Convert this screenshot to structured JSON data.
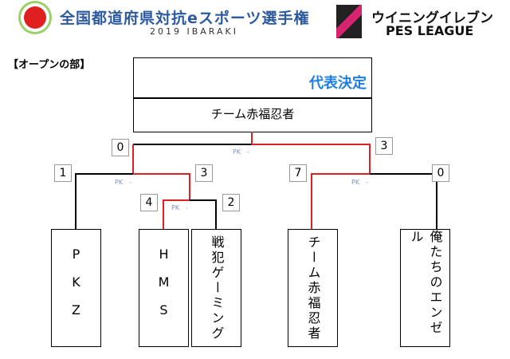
{
  "header": {
    "event_title": "全国都道府県対抗eスポーツ選手権",
    "event_sub": "2019 IBARAKI",
    "game_title": "ウイニングイレブン",
    "game_sub": "PES LEAGUE"
  },
  "section": "【オープンの部】",
  "champion": {
    "label": "代表決定",
    "name": "チーム赤福忍者"
  },
  "colors": {
    "win": "#e02020",
    "line": "#000000",
    "accent": "#1f7fe0"
  },
  "pk_label": "PK　-",
  "scores": {
    "final_left": "0",
    "final_right": "3",
    "semi_left_top": "1",
    "semi_left_bottom": "3",
    "qf_left": "4",
    "qf_right": "2",
    "semi_right_left": "7",
    "semi_right_right": "0"
  },
  "teams": [
    "PKZ",
    "HMS",
    "戦犯ゲーミング",
    "チーム赤福忍者",
    "俺たちのエンゼル"
  ]
}
